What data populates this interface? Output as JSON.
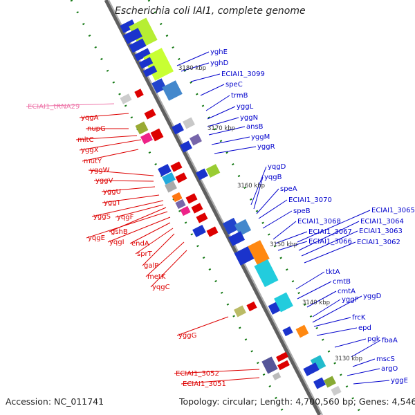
{
  "title": "Escherichia coli IAI1, complete genome",
  "footer": {
    "accession": "Accession: NC_011741",
    "topology": "Topology: circular; Length: 4,700,560 bp; Genes: 4,546"
  },
  "colors": {
    "forward_label": "#0000cc",
    "reverse_label": "#dd0000",
    "rna_label": "#ee77aa",
    "backbone": "#777777",
    "tick_dots": "#117711"
  },
  "position_ticks": [
    {
      "label": "3180 kbp"
    },
    {
      "label": "3170 kbp"
    },
    {
      "label": "3160 kbp"
    },
    {
      "label": "3150 kbp"
    },
    {
      "label": "3140 kbp"
    },
    {
      "label": "3130 kbp"
    }
  ],
  "forward_labels": [
    "yghE",
    "yghD",
    "ECIAI1_3099",
    "speC",
    "trmB",
    "yggL",
    "yggN",
    "ansB",
    "yggM",
    "yggR",
    "yqgD",
    "yqgB",
    "speA",
    "ECIAI1_3070",
    "speB",
    "ECIAI1_3068",
    "ECIAI1_3067",
    "ECIAI1_3066",
    "ECIAI1_3065",
    "ECIAI1_3064",
    "ECIAI1_3063",
    "ECIAI1_3062",
    "tktA",
    "cmtB",
    "cmtA",
    "yggF",
    "yggD",
    "frcK",
    "epd",
    "pgk",
    "fbaA",
    "mscS",
    "argO",
    "yggE"
  ],
  "reverse_labels": [
    "yqgA",
    "nupG",
    "mltC",
    "yggX",
    "mutY",
    "yggW",
    "yggV",
    "yggU",
    "yggT",
    "yggS",
    "yqgF",
    "gshB",
    "yqgE",
    "yqgI",
    "endA",
    "sprT",
    "galP",
    "metK",
    "yqgC",
    "yggG",
    "ECIAI1_3052",
    "ECIAI1_3051"
  ],
  "rna_labels": [
    "ECIAI1_tRNA29"
  ]
}
